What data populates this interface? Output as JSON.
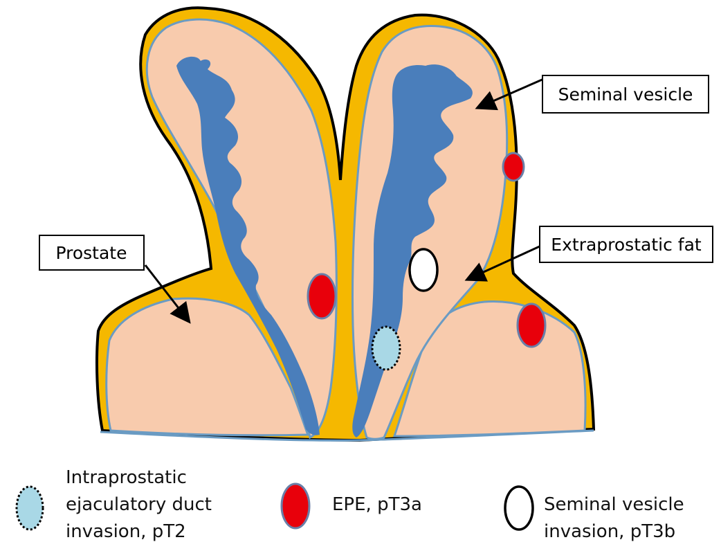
{
  "labels": {
    "seminal_vesicle": "Seminal vesicle",
    "prostate": "Prostate",
    "extraprostatic_fat": "Extraprostatic fat"
  },
  "legend": {
    "intraprostatic_line1": "Intraprostatic",
    "intraprostatic_line2": "ejaculatory duct",
    "intraprostatic_line3": "invasion, pT2",
    "epe": "EPE, pT3a",
    "sv_invasion_line1": "Seminal vesicle",
    "sv_invasion_line2": "invasion, pT3b"
  },
  "colors": {
    "fat": "#F5B800",
    "tissue": "#F8CBAD",
    "duct": "#4A7EBB",
    "epe": "#E8000B",
    "intraprostatic": "#A9D8E6",
    "outline": "#000000",
    "capsule": "#6A9BC3"
  }
}
